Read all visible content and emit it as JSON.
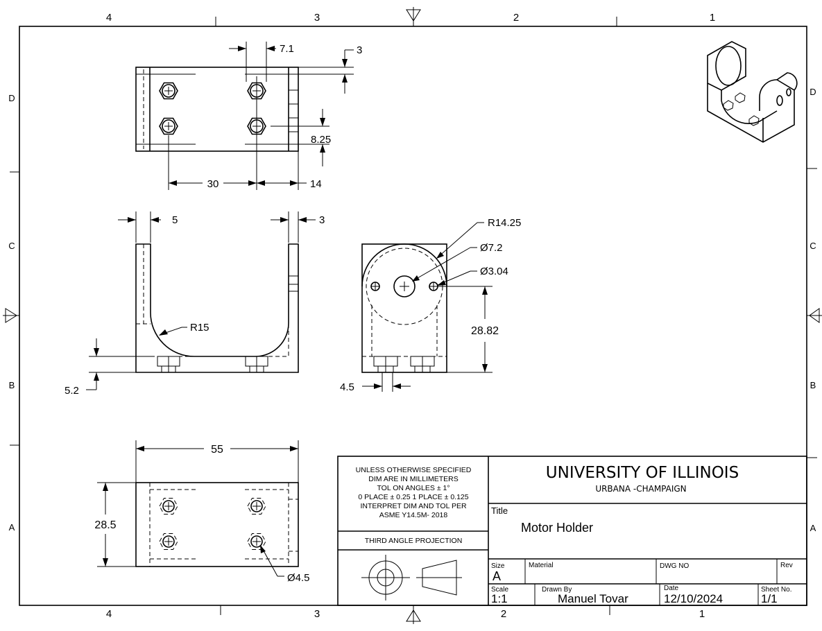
{
  "zones": {
    "columns": [
      "4",
      "3",
      "2",
      "1"
    ],
    "rows": [
      "D",
      "C",
      "B",
      "A"
    ]
  },
  "dimensions": {
    "top_hole_spacing": "7.1",
    "top_edge_offset": "3",
    "top_row_spacing": "8.25",
    "top_hole_pitch": "30",
    "top_hole_edge": "14",
    "front_wall_left": "5",
    "front_wall_right": "3",
    "front_inner_radius": "R15",
    "front_base_thickness": "5.2",
    "side_outer_radius": "R14.25",
    "side_center_bore": "Ø7.2",
    "side_small_hole": "Ø3.04",
    "side_height": "28.82",
    "side_slot_width": "4.5",
    "bottom_overall_length": "55",
    "bottom_overall_width": "28.5",
    "bottom_hole_dia": "Ø4.5"
  },
  "title_block": {
    "notes": [
      "UNLESS OTHERWISE SPECIFIED",
      "DIM ARE IN MILLIMETERS",
      "TOL ON ANGLES  ± 1°",
      "0 PLACE ± 0.25  1 PLACE ± 0.125",
      "INTERPRET DIM AND TOL PER",
      "ASME Y14.5M- 2018"
    ],
    "projection_label": "THIRD ANGLE PROJECTION",
    "university": "UNIVERSITY OF ILLINOIS",
    "campus": "URBANA -CHAMPAIGN",
    "title_label": "Title",
    "title": "Motor Holder",
    "size_label": "Size",
    "size": "A",
    "material_label": "Material",
    "material": "",
    "dwg_label": "DWG NO",
    "dwg": "",
    "rev_label": "Rev",
    "rev": "",
    "scale_label": "Scale",
    "scale": "1:1",
    "drawn_label": "Drawn By",
    "drawn_by": "Manuel Tovar",
    "date_label": "Date",
    "date": "12/10/2024",
    "sheet_label": "Sheet No.",
    "sheet": "1/1"
  }
}
